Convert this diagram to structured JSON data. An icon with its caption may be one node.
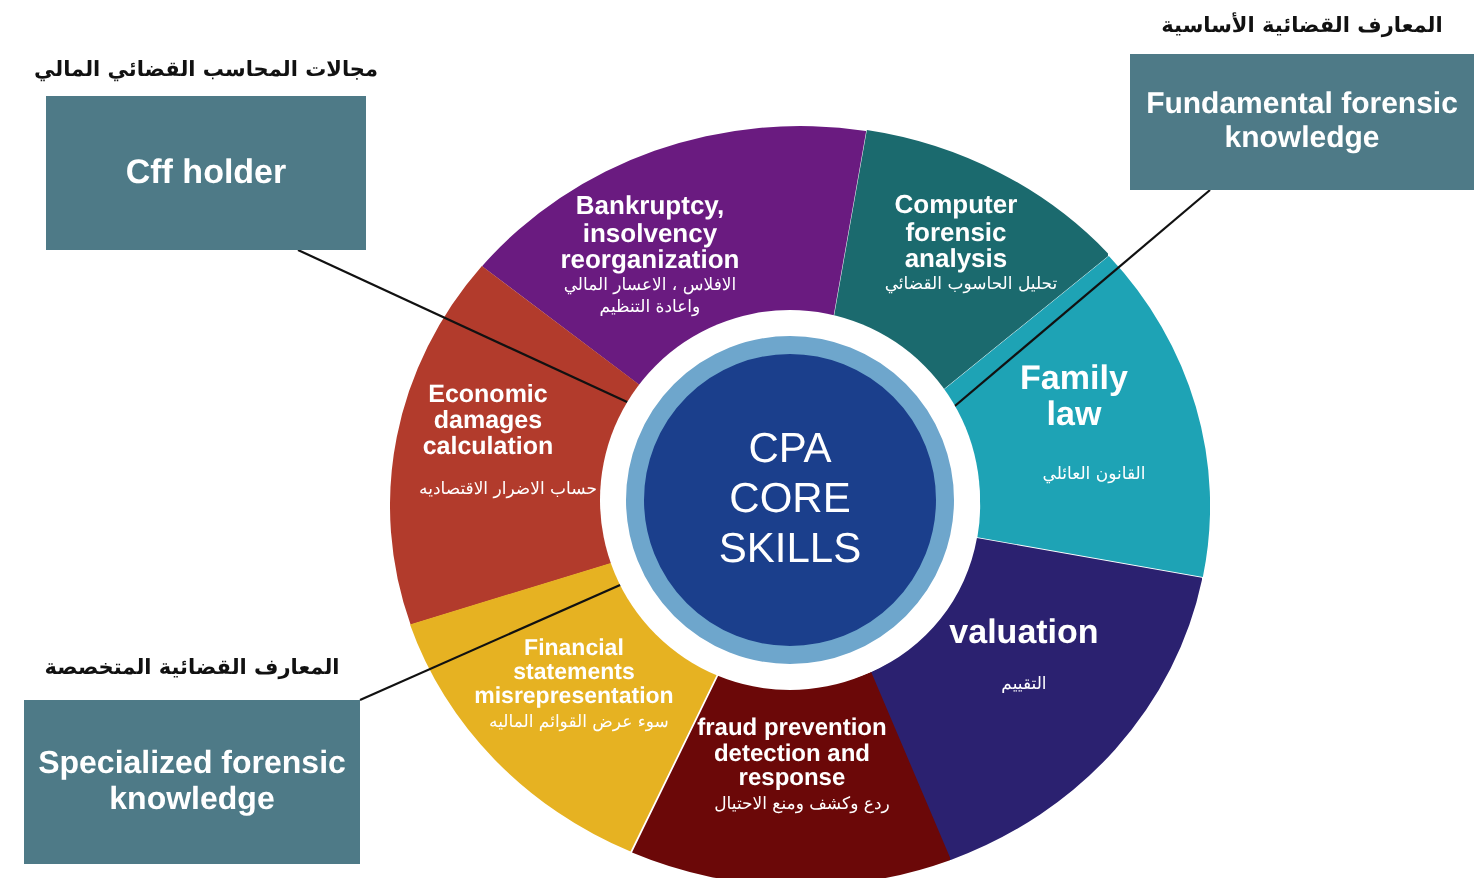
{
  "diagram": {
    "nodes": [
      {
        "text": [
          "Cff holder"
        ],
        "beside": [
          "مجالات المحاسب القضائي المالي"
        ]
      },
      {
        "text": [
          "Fundamental forensic knowledge"
        ],
        "beside": [
          "المعارف القضائية الأساسية"
        ]
      },
      {
        "text": [
          "Bankruptcy, insolvency reorganization",
          "الافلاس ، الاعسار المالي واعادة التنظيم"
        ]
      },
      {
        "text": [
          "Computer forensic analysis",
          "تحليل الحاسوب القضائي"
        ]
      },
      {
        "text": [
          "Economic damages calculation",
          "حساب الاضرار الاقتصاديه"
        ]
      },
      {
        "text": [
          "CPA CORE SKILLS"
        ]
      },
      {
        "text": [
          "Family law",
          "القانون العائلي"
        ]
      },
      {
        "text": [
          "Financial statements misrepresentation",
          "سوء عرض القوائم الماليه"
        ]
      },
      {
        "text": [
          "valuation",
          "التقييم"
        ]
      },
      {
        "text": [
          "fraud prevention detection and response",
          "ردع وكشف ومنع الاحتيال"
        ]
      },
      {
        "text": [
          "Specialized forensic knowledge"
        ],
        "beside": [
          "المعارف القضائية المتخصصة"
        ]
      }
    ],
    "edges": [
      {
        "from": 0,
        "to": 5,
        "arrow": "none"
      },
      {
        "from": 1,
        "to": 5,
        "arrow": "none"
      },
      {
        "from": 10,
        "to": 5,
        "arrow": "none"
      }
    ]
  }
}
